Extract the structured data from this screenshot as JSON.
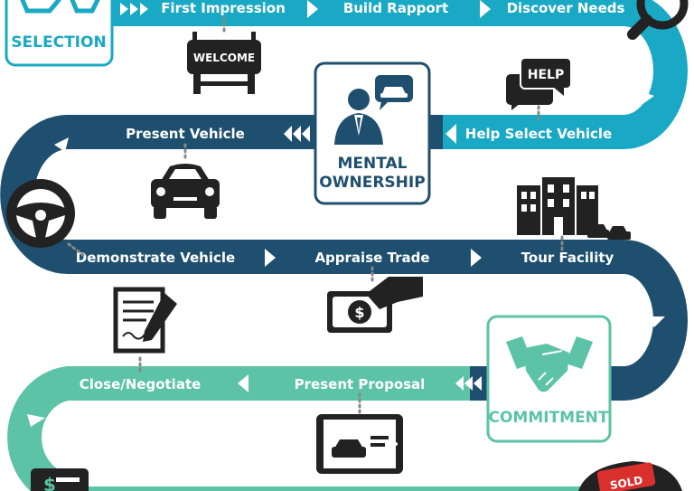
{
  "colors": {
    "teal": "#1aa9c4",
    "navy": "#1f4f6e",
    "mint": "#5cc3a7",
    "dark": "#222222",
    "sold": "#d9302e"
  },
  "stages": {
    "selection": "SELECTION",
    "mental_ownership_line1": "MENTAL",
    "mental_ownership_line2": "OWNERSHIP",
    "commitment": "COMMITMENT"
  },
  "steps": {
    "first_impression": "First Impression",
    "build_rapport": "Build Rapport",
    "discover_needs": "Discover Needs",
    "help_select_vehicle": "Help Select Vehicle",
    "present_vehicle": "Present Vehicle",
    "demonstrate_vehicle": "Demonstrate Vehicle",
    "appraise_trade": "Appraise Trade",
    "tour_facility": "Tour Facility",
    "present_proposal": "Present Proposal",
    "close_negotiate": "Close/Negotiate"
  },
  "icons": {
    "welcome_sign": "WELCOME",
    "help_bubble": "HELP",
    "sold_tag": "SOLD"
  }
}
